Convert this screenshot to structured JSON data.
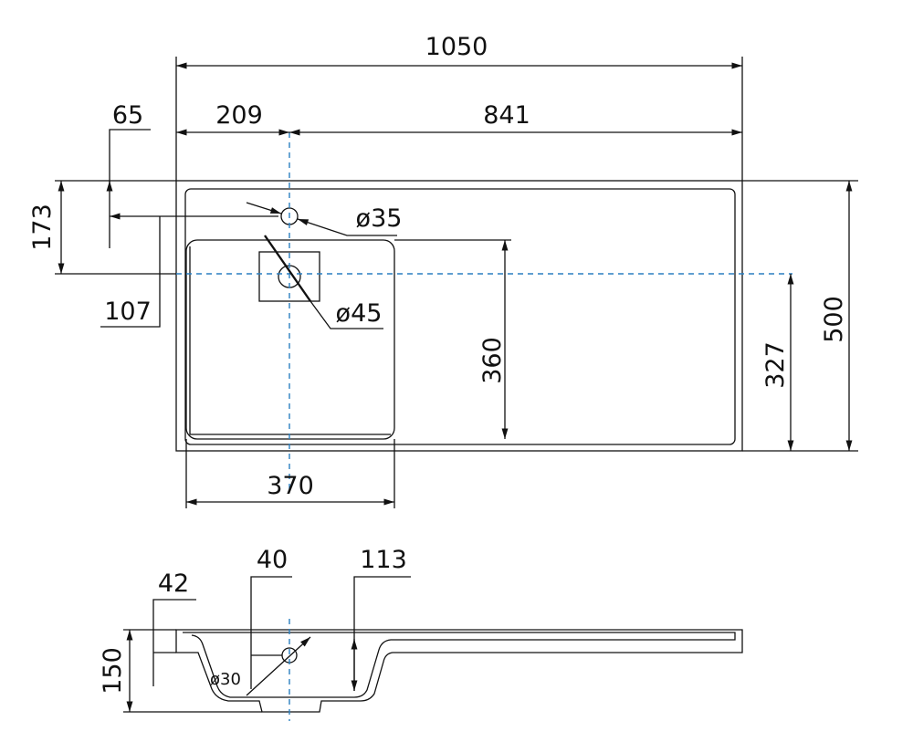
{
  "top_view": {
    "overall_width": "1050",
    "faucet_offset": "209",
    "remaining_width": "841",
    "rim_65": "65",
    "hole_y": "173",
    "basin_offset_107": "107",
    "faucet_hole_diameter": "ø35",
    "drain_diameter": "ø45",
    "basin_depth": "360",
    "basin_width": "370",
    "drain_from_front": "327",
    "overall_depth": "500"
  },
  "section_view": {
    "overall_height": "150",
    "rim_thickness": "42",
    "overflow_height": "40",
    "basin_depth": "113",
    "overflow_diameter": "ø30"
  },
  "colors": {
    "centerline": "#2a7fc0",
    "line": "#111111"
  }
}
